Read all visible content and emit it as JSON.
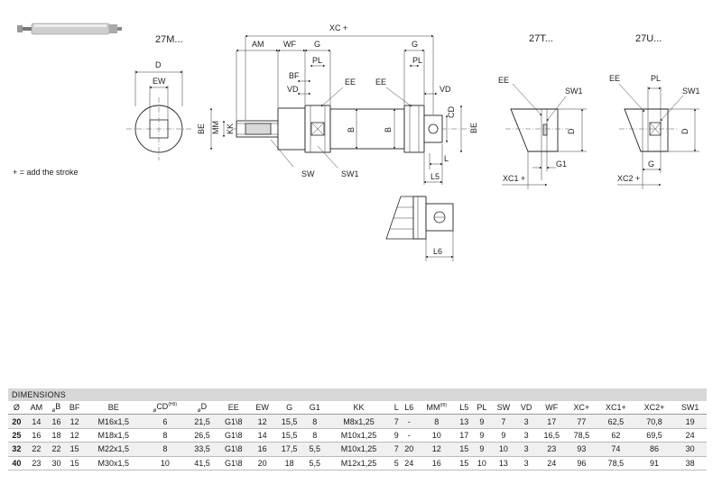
{
  "views": {
    "main_title": "27M...",
    "t_title": "27T...",
    "u_title": "27U...",
    "note": "+ = add the stroke"
  },
  "labels": {
    "D": "D",
    "EW": "EW",
    "BE": "BE",
    "MM": "MM",
    "KK": "KK",
    "AM": "AM",
    "WF": "WF",
    "G": "G",
    "PL": "PL",
    "BF": "BF",
    "VD": "VD",
    "EE": "EE",
    "XC": "XC +",
    "B": "B",
    "CD": "CD",
    "L": "L",
    "L5": "L5",
    "L6": "L6",
    "SW": "SW",
    "SW1": "SW1",
    "G1": "G1",
    "XC1": "XC1 +",
    "XC2": "XC2 +"
  },
  "table": {
    "title": "DIMENSIONS",
    "headers": [
      {
        "text": "Ø"
      },
      {
        "text": "AM"
      },
      {
        "text": "B",
        "pre": "ø"
      },
      {
        "text": "BF"
      },
      {
        "text": "BE"
      },
      {
        "text": "CD",
        "pre": "ø",
        "sup": "(H9)"
      },
      {
        "text": "D",
        "pre": "ø"
      },
      {
        "text": "EE"
      },
      {
        "text": "EW"
      },
      {
        "text": "G"
      },
      {
        "text": "G1"
      },
      {
        "text": "KK"
      },
      {
        "text": "L"
      },
      {
        "text": "L6"
      },
      {
        "text": "MM",
        "sup": "(f9)"
      },
      {
        "text": "L5"
      },
      {
        "text": "PL"
      },
      {
        "text": "SW"
      },
      {
        "text": "VD"
      },
      {
        "text": "WF"
      },
      {
        "text": "XC+"
      },
      {
        "text": "XC1+"
      },
      {
        "text": "XC2+"
      },
      {
        "text": "SW1"
      }
    ],
    "rows": [
      [
        "20",
        "14",
        "16",
        "12",
        "M16x1,5",
        "6",
        "21,5",
        "G1\\8",
        "12",
        "15,5",
        "8",
        "M8x1,25",
        "7",
        "-",
        "8",
        "13",
        "9",
        "7",
        "3",
        "17",
        "77",
        "62,5",
        "70,8",
        "19"
      ],
      [
        "25",
        "16",
        "18",
        "12",
        "M18x1,5",
        "8",
        "26,5",
        "G1\\8",
        "14",
        "15,5",
        "8",
        "M10x1,25",
        "9",
        "-",
        "10",
        "17",
        "9",
        "9",
        "3",
        "16,5",
        "78,5",
        "62",
        "69,5",
        "24"
      ],
      [
        "32",
        "22",
        "22",
        "15",
        "M22x1,5",
        "8",
        "33,5",
        "G1\\8",
        "16",
        "17,5",
        "5,5",
        "M10x1,25",
        "7",
        "20",
        "12",
        "15",
        "9",
        "10",
        "3",
        "23",
        "93",
        "74",
        "86",
        "30"
      ],
      [
        "40",
        "23",
        "30",
        "15",
        "M30x1,5",
        "10",
        "41,5",
        "G1\\8",
        "20",
        "18",
        "5,5",
        "M12x1,25",
        "5",
        "24",
        "16",
        "15",
        "10",
        "13",
        "3",
        "24",
        "96",
        "78,5",
        "91",
        "38"
      ]
    ]
  }
}
